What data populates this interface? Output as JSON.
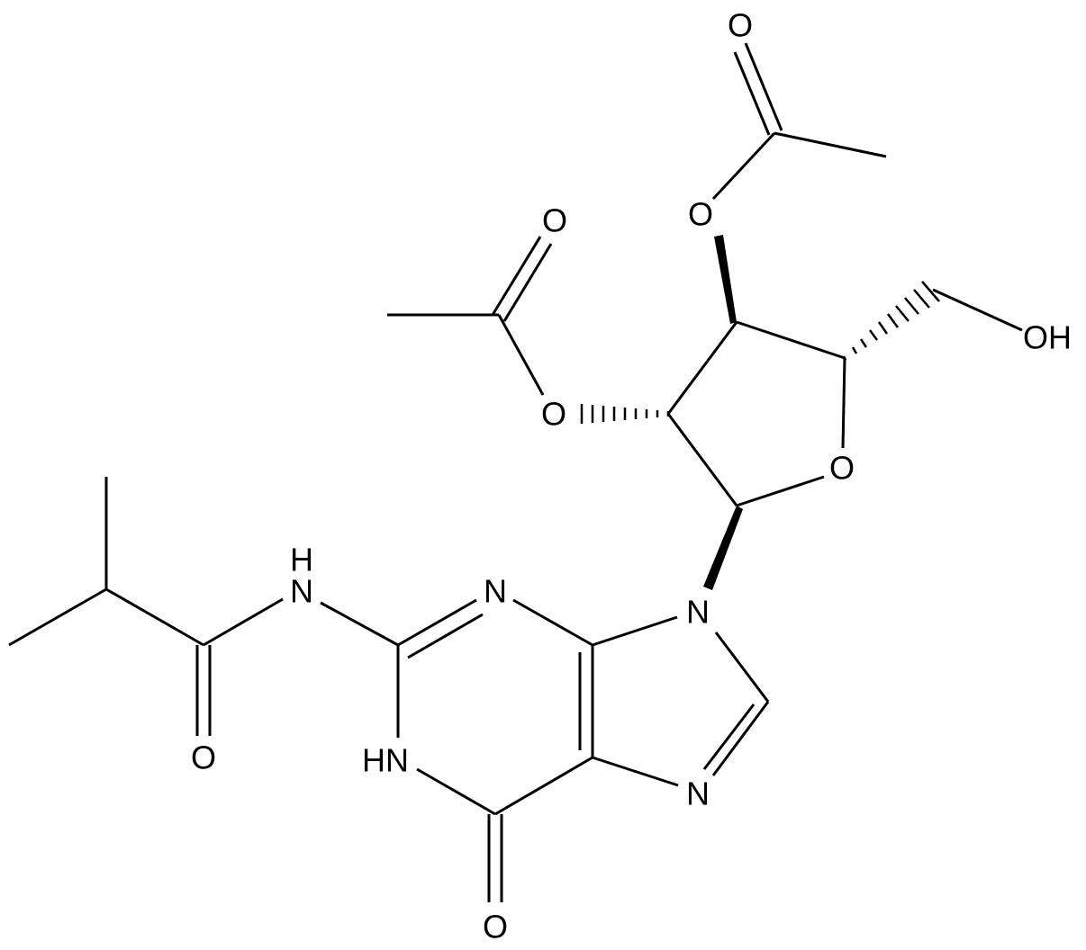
{
  "structure": {
    "atom_labels": {
      "o_carbonyl_upper": "O",
      "o_ester_upper": "O",
      "o_carbonyl_left": "O",
      "o_ester_left": "O",
      "oh_right": "OH",
      "o_ring": "O",
      "nh_amide": "H",
      "n_amide": "N",
      "n3": "N",
      "n9": "N",
      "o_amide": "O",
      "hn1": "HN",
      "n7": "N",
      "o6": "O"
    },
    "colors": {
      "ink": "#000000",
      "background": "#ffffff"
    }
  }
}
